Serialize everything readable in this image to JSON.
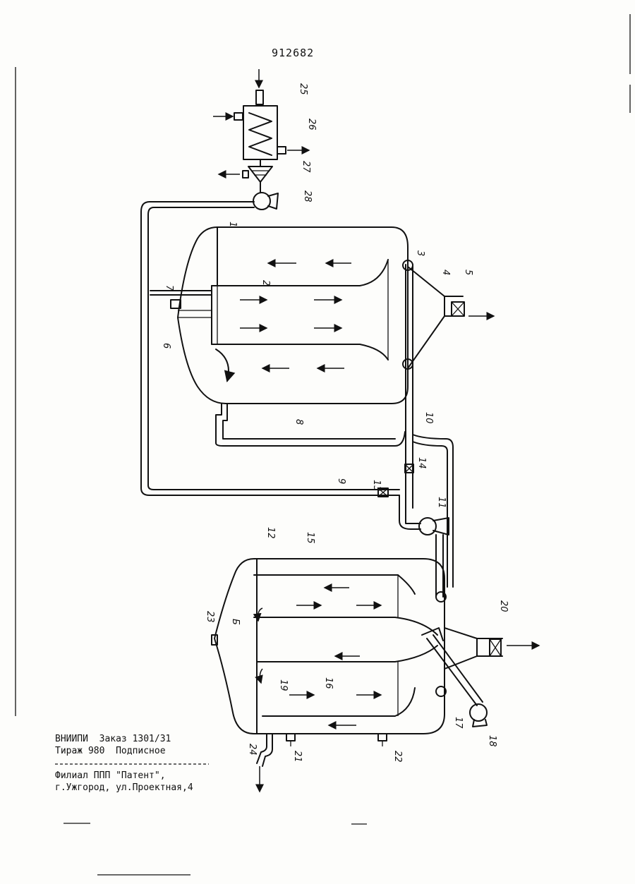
{
  "header": {
    "patent_number": "912682"
  },
  "labels": {
    "l1": "1",
    "l2": "2",
    "l3": "3",
    "l4": "4",
    "l5": "5",
    "l6": "6",
    "l7": "7",
    "l8": "8",
    "l9": "9",
    "l10": "10",
    "l11": "11",
    "l12": "12",
    "l13": "13",
    "l14": "14",
    "l15": "15",
    "l16": "16",
    "l17": "17",
    "l18": "18",
    "l19": "19",
    "l20": "20",
    "l21": "21",
    "l22": "22",
    "l23": "23",
    "l24": "24",
    "l25": "25",
    "l26": "26",
    "l27": "27",
    "l28": "28",
    "lB": "Б"
  },
  "imprint": {
    "line1": "ВНИИПИ  Заказ 1301/31",
    "line2": "Тираж 980  Подписное",
    "line3": "Филиал ППП \"Патент\",",
    "line4": "г.Ужгород, ул.Проектная,4"
  }
}
